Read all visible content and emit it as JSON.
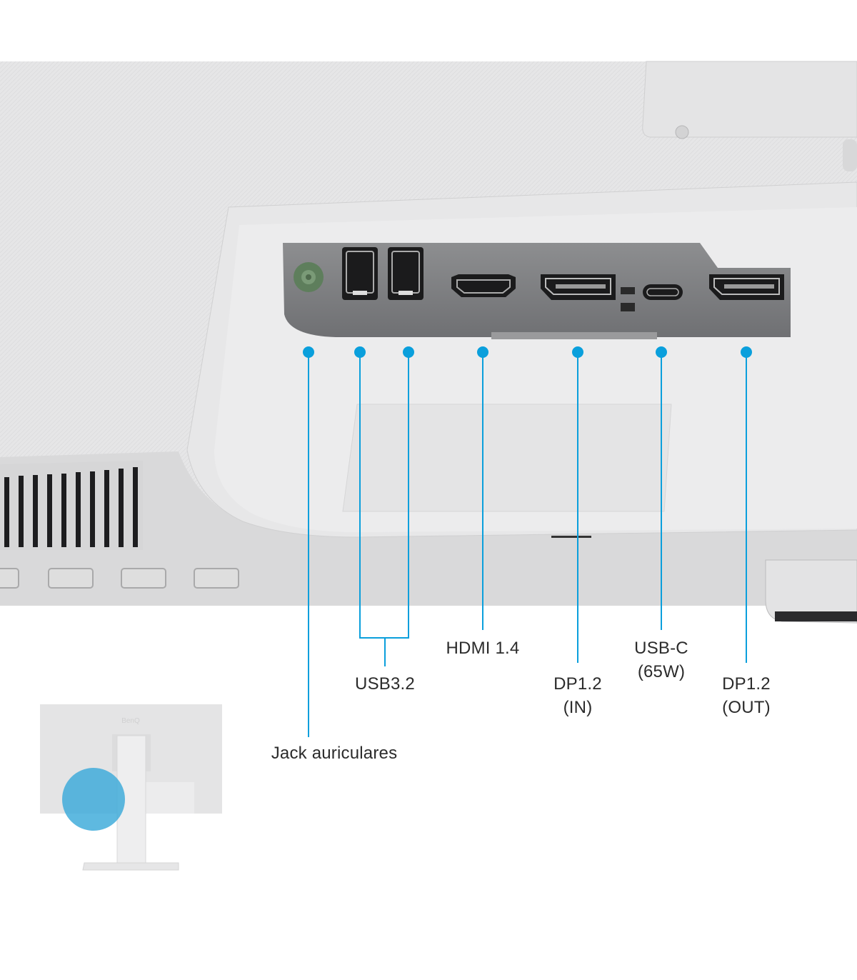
{
  "title": "Panel trasero de conexiones",
  "accent_color": "#0a9fdc",
  "brand_logo": "BenQ",
  "callouts": [
    {
      "id": "jack",
      "lines": [
        "Jack auriculares"
      ]
    },
    {
      "id": "usb",
      "lines": [
        "USB3.2"
      ]
    },
    {
      "id": "hdmi",
      "lines": [
        "HDMI 1.4"
      ]
    },
    {
      "id": "dp-in",
      "lines": [
        "DP1.2",
        "(IN)"
      ]
    },
    {
      "id": "usb-c",
      "lines": [
        "USB-C",
        "(65W)"
      ]
    },
    {
      "id": "dp-out",
      "lines": [
        "DP1.2",
        "(OUT)"
      ]
    }
  ]
}
